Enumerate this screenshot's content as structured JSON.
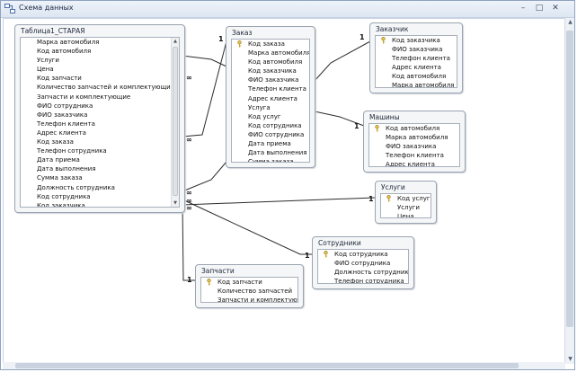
{
  "window": {
    "title": "Схема данных",
    "minimize": "–",
    "maximize": "□",
    "close": "✕"
  },
  "tables": {
    "staraya": {
      "title": "Таблица1_СТАРАЯ",
      "fields": [
        "Марка автомобиля",
        "Код автомобиля",
        "Услуги",
        "Цена",
        "Код запчасти",
        "Количество запчастей и комплектующих",
        "Запчасти и комплектующие",
        "ФИО сотрудника",
        "ФИО заказчика",
        "Телефон клиента",
        "Адрес клиента",
        "Код заказа",
        "Телефон сотрудника",
        "Дата приема",
        "Дата выполнения",
        "Сумма заказа",
        "Должность сотрудника",
        "Код сотрудника",
        "Код заказчика"
      ]
    },
    "zakaz": {
      "title": "Заказ",
      "fields": [
        "Код заказа",
        "Марка автомобиля",
        "Код автомобиля",
        "Код заказчика",
        "ФИО заказчика",
        "Телефон клиента",
        "Адрес клиента",
        "Услуга",
        "Код услуг",
        "Код сотрудника",
        "ФИО сотрудника",
        "Дата приема",
        "Дата выполнения",
        "Сумма заказа"
      ]
    },
    "zakazchik": {
      "title": "Заказчик",
      "fields": [
        "Код заказчика",
        "ФИО заказчика",
        "Телефон клиента",
        "Адрес клиента",
        "Код автомобиля",
        "Марка автомобиля"
      ]
    },
    "mashiny": {
      "title": "Машины",
      "fields": [
        "Код автомобиля",
        "Марка автомобиля",
        "ФИО заказчика",
        "Телефон клиента",
        "Адрес клиента"
      ]
    },
    "uslugi": {
      "title": "Услуги",
      "fields": [
        "Код услуг",
        "Услуги",
        "Цена"
      ]
    },
    "sotrudniki": {
      "title": "Сотрудники",
      "fields": [
        "Код сотрудника",
        "ФИО сотрудника",
        "Должность сотрудника",
        "Телефон сотрудника"
      ]
    },
    "zapchasti": {
      "title": "Запчасти",
      "fields": [
        "Код запчасти",
        "Количество запчастей",
        "Запчасти и комплектующие"
      ]
    }
  },
  "relation_labels": {
    "one": "1",
    "many": "∞"
  }
}
